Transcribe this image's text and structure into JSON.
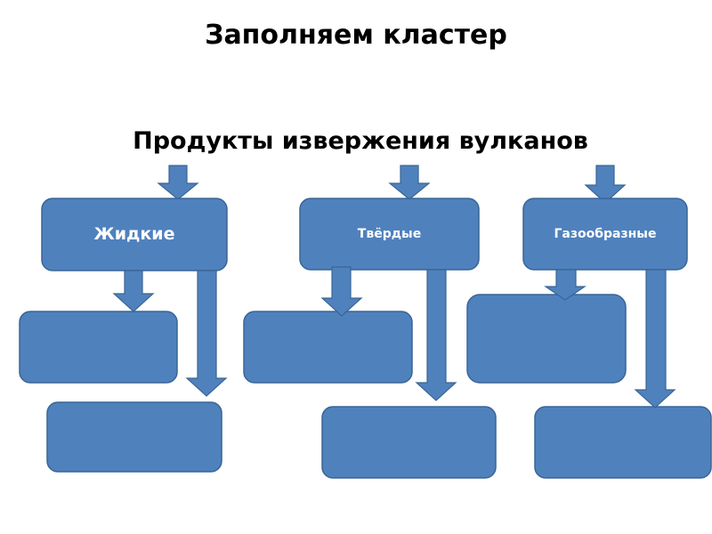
{
  "slide": {
    "title": "Заполняем кластер",
    "subtitle": "Продукты извержения вулканов",
    "categories": [
      {
        "label": "Жидкие"
      },
      {
        "label": "Твёрдые"
      },
      {
        "label": "Газообразные"
      }
    ],
    "colors": {
      "box_fill": "#4f81bd",
      "box_stroke": "#3a6595",
      "label_text": "#ffffff"
    }
  }
}
